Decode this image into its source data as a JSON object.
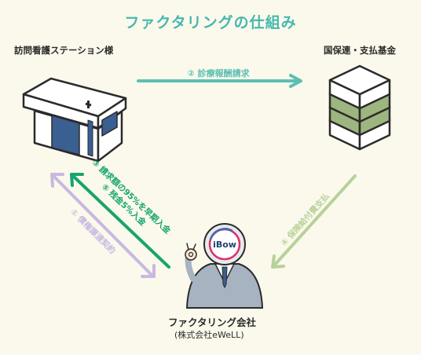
{
  "title": "ファクタリングの仕組み",
  "nodes": {
    "station": "訪問看護ステーション様",
    "fund": "国保連・支払基金",
    "company": "ファクタリング会社",
    "company_sub": "(株式会社eWeLL)"
  },
  "logo": "iBow",
  "steps": {
    "s2": "② 診療報酬請求",
    "s3": "③ 請求額の95%を早期入金",
    "s5": "⑤ 残金5%入金",
    "s1": "① 債権譲渡契約",
    "s4": "④ 保険給付費支払"
  },
  "colors": {
    "title": "#45b8ad",
    "teal_arrow": "#5cbfb2",
    "green_arrow": "#17a46f",
    "purple_arrow": "#c9b8e0",
    "olive_arrow": "#b9d199",
    "building_blue": "#3a5f91",
    "stack_green": "#9db57e",
    "background": "#fbf9ec"
  }
}
